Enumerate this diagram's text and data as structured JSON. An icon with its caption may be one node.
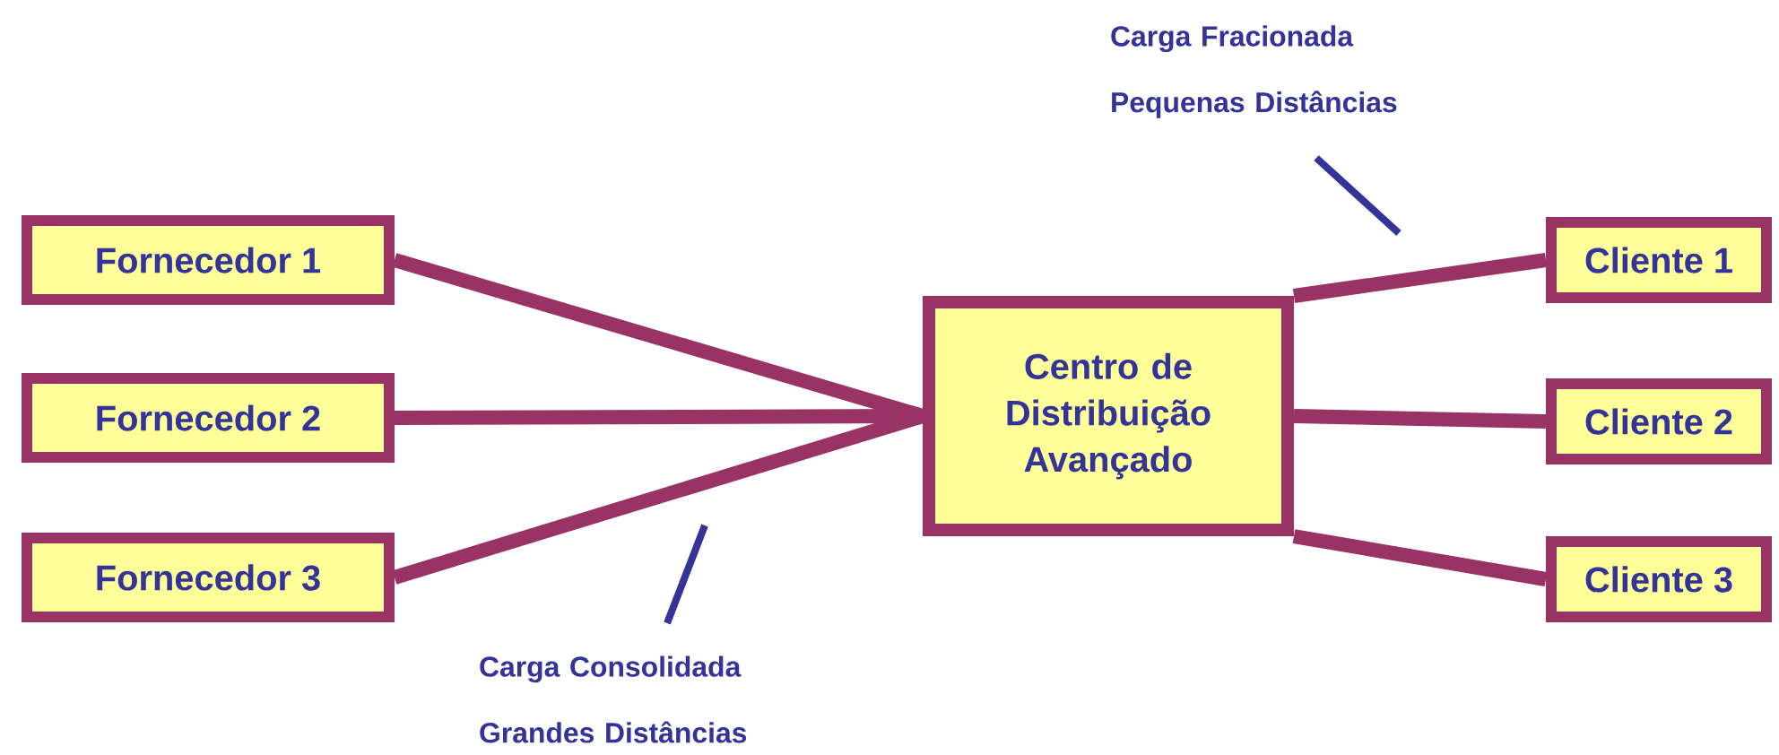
{
  "diagram": {
    "nodes": [
      {
        "text": [
          "Fornecedor 1"
        ]
      },
      {
        "text": [
          "Fornecedor 2"
        ]
      },
      {
        "text": [
          "Fornecedor 3"
        ]
      },
      {
        "text": [
          "Centro de Distribuição Avançado"
        ]
      },
      {
        "text": [
          "Cliente 1"
        ]
      },
      {
        "text": [
          "Cliente 2"
        ]
      },
      {
        "text": [
          "Cliente 3"
        ]
      },
      {
        "text": [
          "Carga Fracionada Pequenas Distâncias"
        ]
      },
      {
        "text": [
          "Carga Consolidada Grandes Distâncias"
        ]
      }
    ],
    "edges": [
      {
        "from": 0,
        "to": 3,
        "arrow": "none"
      },
      {
        "from": 1,
        "to": 3,
        "arrow": "none"
      },
      {
        "from": 2,
        "to": 3,
        "arrow": "none"
      },
      {
        "from": 3,
        "to": 4,
        "arrow": "none"
      },
      {
        "from": 3,
        "to": 5,
        "arrow": "none"
      },
      {
        "from": 3,
        "to": 6,
        "arrow": "none"
      },
      {
        "from": 7,
        "to": null,
        "arrow": "none",
        "color": "#333399"
      },
      {
        "from": 8,
        "to": null,
        "arrow": "none",
        "color": "#333399"
      }
    ]
  }
}
